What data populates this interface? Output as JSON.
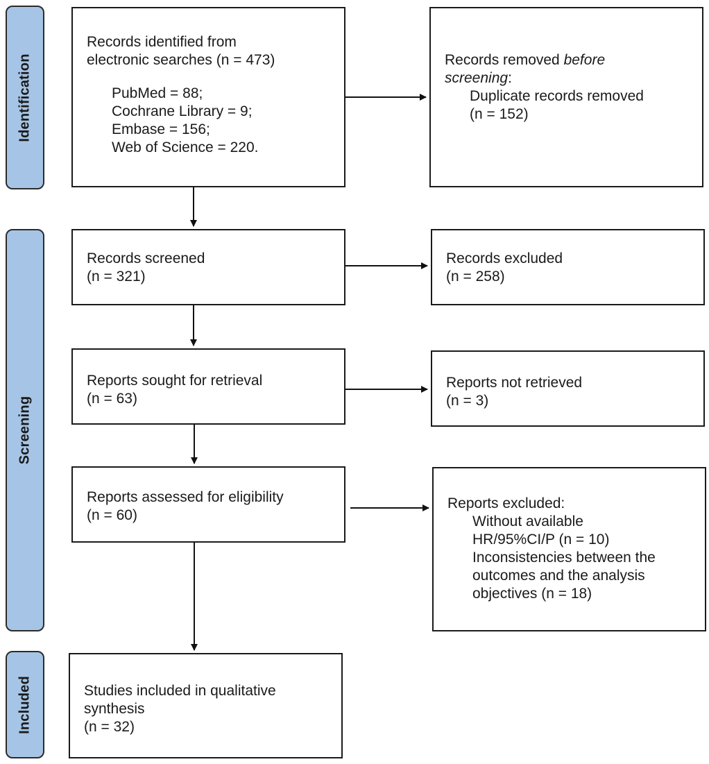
{
  "stages": {
    "identification": "Identification",
    "screening": "Screening",
    "included": "Included"
  },
  "boxes": {
    "identified": {
      "line1": "Records identified from",
      "line2": "electronic searches (n = 473)",
      "sources": [
        "PubMed = 88;",
        "Cochrane Library = 9;",
        "Embase = 156;",
        "Web of Science = 220."
      ]
    },
    "removed": {
      "line1_plain": "Records removed ",
      "line1_italic": "before",
      "line2_italic": "screening",
      "line2_plain": ":",
      "line3": "Duplicate records removed",
      "line4": "(n = 152)"
    },
    "screened": {
      "line1": "Records screened",
      "line2": "(n = 321)"
    },
    "excluded": {
      "line1": "Records excluded",
      "line2": "(n = 258)"
    },
    "sought": {
      "line1": "Reports sought for retrieval",
      "line2": "(n = 63)"
    },
    "not_retrieved": {
      "line1": "Reports not retrieved",
      "line2": "(n = 3)"
    },
    "assessed": {
      "line1": "Reports assessed for eligibility",
      "line2": "(n = 60)"
    },
    "reports_excluded": {
      "title": "Reports excluded:",
      "lines": [
        "Without available",
        "HR/95%CI/P (n = 10)",
        "Inconsistencies between the",
        "outcomes and the analysis",
        "objectives (n = 18)"
      ]
    },
    "included": {
      "line1": "Studies included in qualitative",
      "line2": "synthesis",
      "line3": "(n = 32)"
    }
  }
}
